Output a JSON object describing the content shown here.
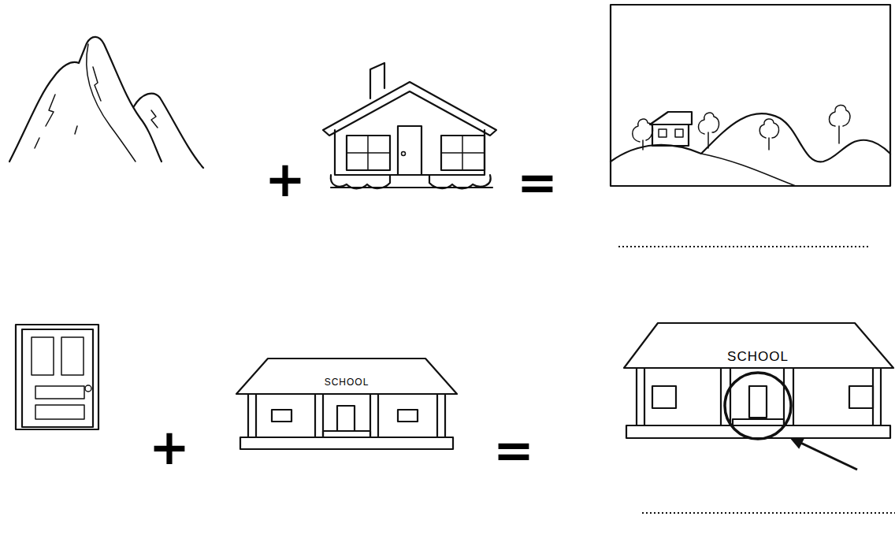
{
  "diagram": {
    "labels": [
      "+",
      "=",
      "+",
      "SCHOOL",
      "=",
      "SCHOOL"
    ]
  }
}
